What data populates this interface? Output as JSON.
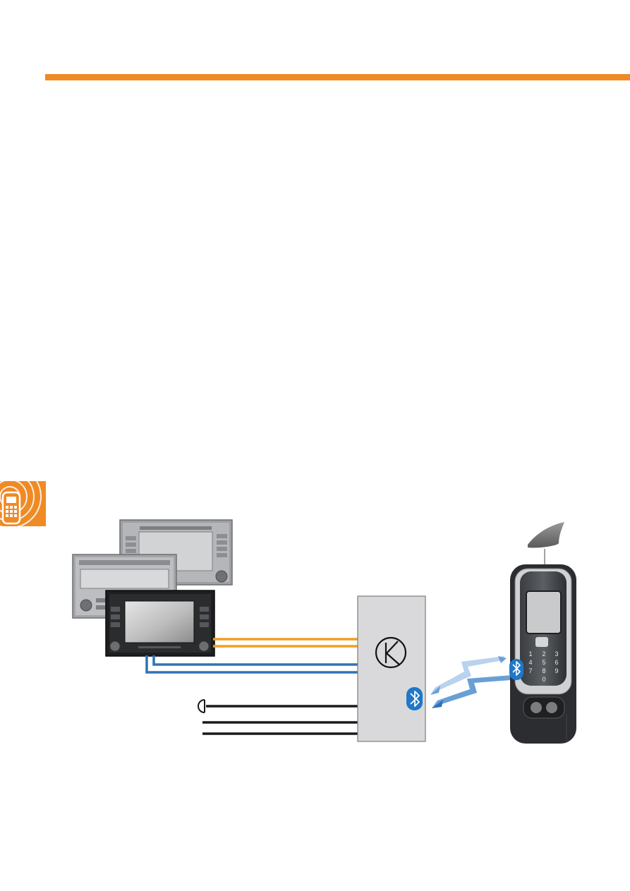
{
  "colors": {
    "accent_orange": "#f08a24",
    "wire_orange": "#f0a020",
    "wire_blue": "#2f73b8",
    "wire_black": "#1a1a1a",
    "control_unit_fill": "#d9d9db",
    "bluetooth_blue": "#1f78c8",
    "signal_blue": "#6a9fd6"
  },
  "icons": {
    "chapter_tab": "phone-with-radio-waves-icon",
    "control_unit_symbol": "circled-k-icon",
    "bluetooth": "bluetooth-icon",
    "microphone": "microphone-icon"
  },
  "diagram": {
    "radio_units": [
      "radio-unit-rcd310",
      "radio-unit-rcd210",
      "radio-navigation-unit-rns315"
    ],
    "control_unit": "telephone-control-unit",
    "handset": {
      "keypad_keys": [
        "1",
        "2",
        "3",
        "4",
        "5",
        "6",
        "7",
        "8",
        "9",
        "0"
      ]
    },
    "connections": [
      "orange-pair",
      "blue-pair",
      "microphone-line",
      "black-line-1",
      "black-line-2",
      "bluetooth-link"
    ]
  }
}
